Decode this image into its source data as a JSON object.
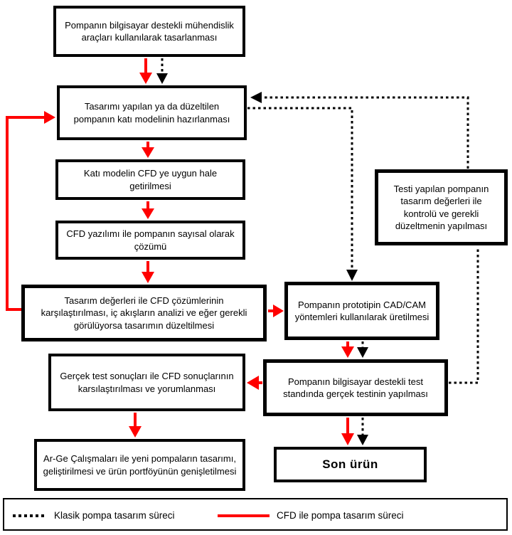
{
  "diagram": {
    "accent_color": "#ff0000",
    "line_color": "#000000",
    "background_color": "#ffffff",
    "nodes": {
      "design": "Pompanın bilgisayar destekli mühendislik araçları kullanılarak tasarlanması",
      "solid_model": "Tasarımı yapılan ya da düzeltilen pompanın katı modelinin hazırlanması",
      "cfd_prep": "Katı modelin CFD ye uygun hale getirilmesi",
      "cfd_solve": "CFD yazılımı ile pompanın sayısal olarak çözümü",
      "compare": "Tasarım değerleri ile CFD çözümlerinin karşılaştırılması, iç akışların analizi ve eğer gerekli görülüyorsa tasarımın düzeltilmesi",
      "prototype": "Pompanın prototipin CAD/CAM yöntemleri kullanılarak üretilmesi",
      "test_check": "Testi yapılan pompanın tasarım değerleri ile kontrolü ve gerekli düzeltmenin yapılması",
      "test_compare": "Gerçek test sonuçları ile CFD sonuçlarının karsılaştırılması ve yorumlanması",
      "real_test": "Pompanın bilgisayar destekli test standında gerçek testinin yapılması",
      "rnd": "Ar-Ge Çalışmaları ile yeni pompaların tasarımı, geliştirilmesi ve ürün portföyünün genişletilmesi",
      "final_product": "Son ürün"
    },
    "edges": [
      {
        "from": "design",
        "to": "solid_model",
        "style": "red-solid"
      },
      {
        "from": "design",
        "to": "solid_model",
        "style": "black-dotted"
      },
      {
        "from": "solid_model",
        "to": "cfd_prep",
        "style": "red-solid"
      },
      {
        "from": "cfd_prep",
        "to": "cfd_solve",
        "style": "red-solid"
      },
      {
        "from": "cfd_solve",
        "to": "compare",
        "style": "red-solid"
      },
      {
        "from": "compare",
        "to": "solid_model",
        "style": "red-solid"
      },
      {
        "from": "compare",
        "to": "prototype",
        "style": "red-solid"
      },
      {
        "from": "solid_model",
        "to": "prototype",
        "style": "black-dotted"
      },
      {
        "from": "prototype",
        "to": "real_test",
        "style": "red-solid"
      },
      {
        "from": "prototype",
        "to": "real_test",
        "style": "black-dotted"
      },
      {
        "from": "real_test",
        "to": "test_compare",
        "style": "red-solid"
      },
      {
        "from": "real_test",
        "to": "test_check",
        "style": "black-dotted"
      },
      {
        "from": "test_check",
        "to": "solid_model",
        "style": "black-dotted"
      },
      {
        "from": "test_compare",
        "to": "rnd",
        "style": "red-solid"
      },
      {
        "from": "real_test",
        "to": "final_product",
        "style": "red-solid"
      },
      {
        "from": "real_test",
        "to": "final_product",
        "style": "black-dotted"
      }
    ],
    "legend": {
      "classic": "Klasik pompa tasarım süreci",
      "cfd": "CFD ile pompa tasarım süreci"
    }
  }
}
